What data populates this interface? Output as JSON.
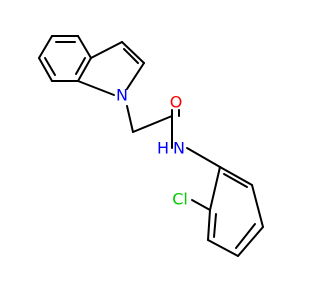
{
  "molecule": {
    "atoms": {
      "N1": {
        "label": "N",
        "color": "#0000ff"
      },
      "O1": {
        "label": "O",
        "color": "#ff0000"
      },
      "N2": {
        "label": "N",
        "color": "#0000ff"
      },
      "H2": {
        "label": "H",
        "color": "#0000ff"
      },
      "Cl1": {
        "label": "Cl",
        "color": "#00cc00"
      }
    }
  }
}
